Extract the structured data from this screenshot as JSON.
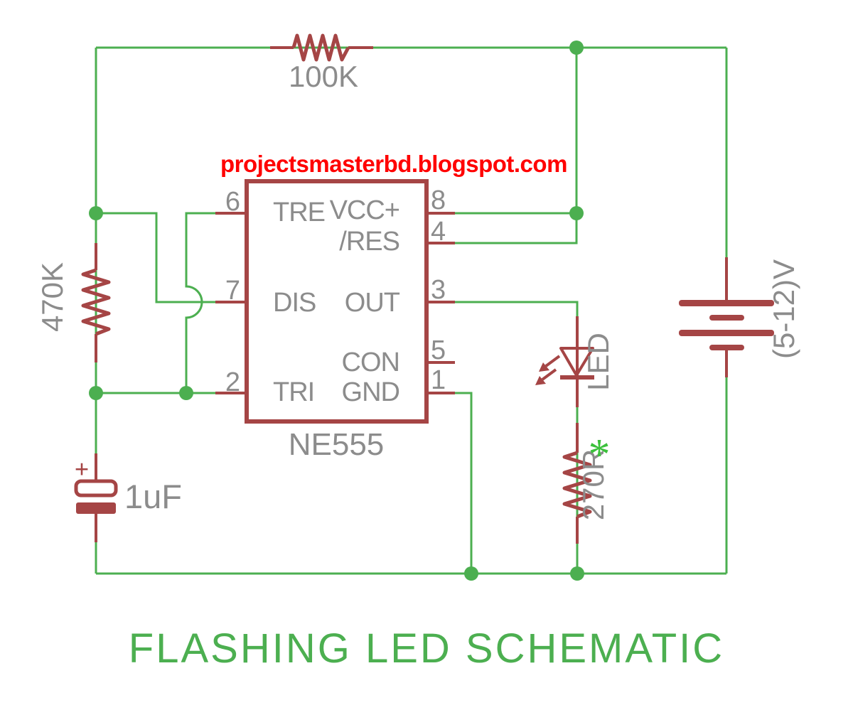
{
  "watermark": {
    "text": "projectsmasterbd.blogspot.com",
    "color": "#FF0000"
  },
  "title": {
    "text": "FLASHING LED SCHEMATIC",
    "color": "#4CAF50"
  },
  "colors": {
    "wire_green": "#4CAF50",
    "component_red": "#A54545",
    "label_gray": "#8C8C8C",
    "note_green": "#3CC13C",
    "background": "#FFFFFF"
  },
  "ic": {
    "part": "NE555",
    "pins_left": [
      {
        "number": "6",
        "label": "TRE"
      },
      {
        "number": "7",
        "label": "DIS"
      },
      {
        "number": "2",
        "label": "TRI"
      }
    ],
    "pins_right": [
      {
        "number": "8",
        "label": "VCC+"
      },
      {
        "number": "4",
        "label": "/RES"
      },
      {
        "number": "3",
        "label": "OUT"
      },
      {
        "number": "5",
        "label": "CON"
      },
      {
        "number": "1",
        "label": "GND"
      }
    ]
  },
  "components": {
    "resistor_top": {
      "value": "100K"
    },
    "resistor_left": {
      "value": "470K"
    },
    "resistor_led": {
      "value": "270R",
      "note": "*"
    },
    "capacitor": {
      "value": "1uF",
      "polarity": "+"
    },
    "led": {
      "label": "LED"
    },
    "battery": {
      "label": "(5-12)V"
    }
  }
}
